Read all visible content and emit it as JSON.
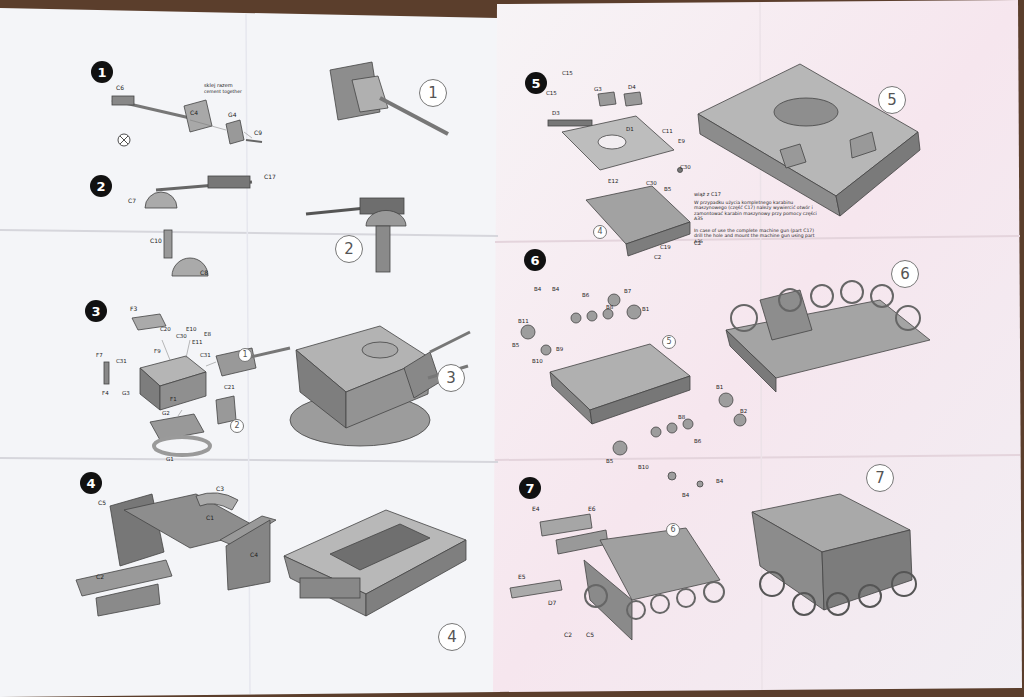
{
  "diagram": {
    "nodes": [
      {
        "text": [
          "1"
        ]
      },
      {
        "text": [
          "1"
        ]
      },
      {
        "text": [
          "2"
        ]
      },
      {
        "text": [
          "2"
        ]
      },
      {
        "text": [
          "3"
        ]
      },
      {
        "text": [
          "1"
        ]
      },
      {
        "text": [
          "2"
        ]
      },
      {
        "text": [
          "3"
        ]
      },
      {
        "text": [
          "4"
        ]
      },
      {
        "text": [
          "4"
        ]
      },
      {
        "text": [
          "5"
        ]
      },
      {
        "text": [
          "4"
        ]
      },
      {
        "text": [
          "5"
        ]
      },
      {
        "text": [
          "6"
        ]
      },
      {
        "text": [
          "5"
        ]
      },
      {
        "text": [
          "6"
        ]
      },
      {
        "text": [
          "7"
        ]
      },
      {
        "text": [
          "6"
        ]
      },
      {
        "text": [
          "7"
        ]
      }
    ],
    "labels": [
      "C6",
      "sklej razem",
      "cement together",
      "C4",
      "G4",
      "C9",
      "C17",
      "C7",
      "C10",
      "C8",
      "F3",
      "C20",
      "C30",
      "E10",
      "E11",
      "F9",
      "E8",
      "C31",
      "C31",
      "F7",
      "F4",
      "G3",
      "F1",
      "G2",
      "G1",
      "C21",
      "C3",
      "C5",
      "C1",
      "C4",
      "C2",
      "C15",
      "C15",
      "G3",
      "D4",
      "D3",
      "D1",
      "C11",
      "E9",
      "C30",
      "E12",
      "C30",
      "B5",
      "wiąż z C17",
      "W przypadku użycia kompletnego karabinu maszynowego (część C17) należy wywiercić otwór i zamontować karabin maszynowy przy pomocy części A35",
      "In case of use the complete machine gun (part C17) drill the hole and mount the machine gun using part A35",
      "C2",
      "C19",
      "C2",
      "B4",
      "B4",
      "B6",
      "B8",
      "B7",
      "B1",
      "B11",
      "B10",
      "B5",
      "B9",
      "B1",
      "B2",
      "B8",
      "B6",
      "B5",
      "B10",
      "B4",
      "B4",
      "E4",
      "E6",
      "E5",
      "D7",
      "C2",
      "C5"
    ]
  }
}
